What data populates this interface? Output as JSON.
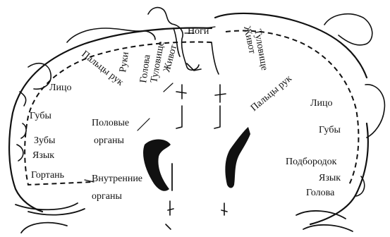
{
  "labels": {
    "legs": "Ноги",
    "fingers_left": "Пальцы рук",
    "hands": "Руки",
    "head_left": "Голова",
    "trunk_left": "Туловище",
    "belly_left": "Живот",
    "belly_right": "Живот",
    "trunk_right": "Туловище",
    "fingers_right": "Пальцы рук",
    "face_left": "Лицо",
    "lips_left": "Губы",
    "teeth": "Зубы",
    "tongue_left": "Язык",
    "larynx": "Гортань",
    "genitals_1": "Половые",
    "genitals_2": "органы",
    "internal_1": "Внутренние",
    "internal_2": "органы",
    "face_right": "Лицо",
    "lips_right": "Губы",
    "chin": "Подбородок",
    "tongue_right": "Язык",
    "head_right": "Голова"
  }
}
